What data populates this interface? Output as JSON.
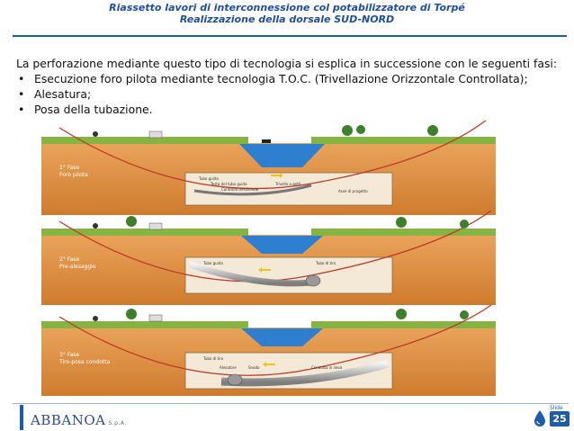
{
  "header": {
    "line1": "Riassetto lavori di interconnessione col potabilizzatore di Torpé",
    "line2": "Realizzazione della dorsale SUD-NORD"
  },
  "intro": {
    "text": "La perforazione mediante questo tipo di tecnologia si esplica in successione con le seguenti fasi:",
    "bullets": [
      "Esecuzione foro pilota mediante tecnologia T.O.C. (Trivellazione Orizzontale Controllata);",
      "Alesatura;",
      "Posa della tubazione."
    ]
  },
  "figure": {
    "phases": [
      {
        "phase": "1° Fase",
        "name": "Foro pilota",
        "labels": [
          "Tubo guida",
          "Testa del tubo guida",
          "Controllo direzionale",
          "Trivella a getti",
          "Asse di progetto"
        ]
      },
      {
        "phase": "2° Fase",
        "name": "Pre-alesaggio",
        "labels": [
          "Tubo guida",
          "Tubo di tiro"
        ]
      },
      {
        "phase": "3° Fase",
        "name": "Tiro-posa condotta",
        "labels": [
          "Tubo di tiro",
          "Alesatore",
          "Snodo",
          "Condotta in linea"
        ]
      }
    ]
  },
  "footer": {
    "logo": "ABBANOA",
    "logo_suffix": "S.p.A.",
    "slide_label": "Slide",
    "slide_number": "25"
  },
  "colors": {
    "header_blue": "#1f4e9b",
    "accent_blue": "#1f5ca8",
    "soil": "#d88b3a",
    "soil_light": "#e8a860",
    "water": "#2f7fd1",
    "grass": "#7cae3a",
    "bore_line": "#c0392b"
  }
}
